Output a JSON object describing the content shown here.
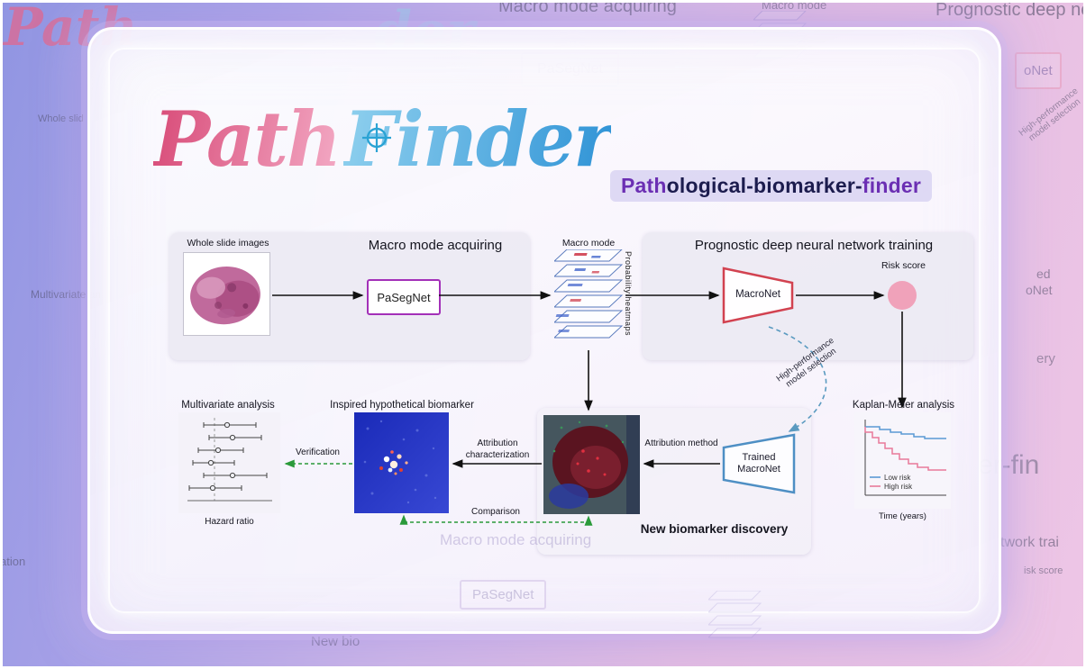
{
  "logo": {
    "word1": "Path",
    "word2": "Finder"
  },
  "subtitle": {
    "part1": "Path",
    "part2": "ological-biomarker-",
    "part3": "finder"
  },
  "top_row": {
    "wsi_label": "Whole slide images",
    "acquiring_title": "Macro mode acquiring",
    "pasegnet": "PaSegNet",
    "stack_label": "Macro mode",
    "stack_side_label": "Probability heatmaps",
    "training_title": "Prognostic deep neural network training",
    "macronet": "MacroNet",
    "risk_score": "Risk score"
  },
  "connectors": {
    "high_performance": "High-performance model selection",
    "attribution_method": "Attribution method",
    "attribution_characterization": "Attribution characterization",
    "verification": "Verification",
    "comparison": "Comparison"
  },
  "bottom_row": {
    "multivariate_title": "Multivariate analysis",
    "hazard_ratio": "Hazard ratio",
    "biomarker_title": "Inspired hypothetical biomarker",
    "trained_macronet": "Trained MacroNet",
    "new_biomarker_title": "New biomarker discovery",
    "km_title": "Kaplan-Meier analysis",
    "km_legend_low": "Low risk",
    "km_legend_high": "High risk",
    "km_xlabel": "Time (years)"
  },
  "colors": {
    "pasegnet_border": "#a330b8",
    "macronet_border": "#d24250",
    "trained_macronet_border": "#4e8fc4",
    "risk_circle": "#f0a2ba",
    "low_risk_line": "#5a9ad4",
    "high_risk_line": "#e87a9a",
    "verify_green": "#2a9a3a",
    "selection_blue": "#5a9ac0"
  },
  "background": {
    "echoes": [
      "Macro mode acquiring",
      "Macro mode",
      "Prognostic deep ne",
      "PaSegNet",
      "oNet",
      "High-performance model selection",
      "ed",
      "oNet",
      "ery",
      "er-fin",
      "twork trai",
      "isk score",
      "Whole slid",
      "Multivariate an",
      "ation",
      "Macro mode acquiring",
      "PaSegNet",
      "New bio",
      "Path",
      "der"
    ]
  }
}
